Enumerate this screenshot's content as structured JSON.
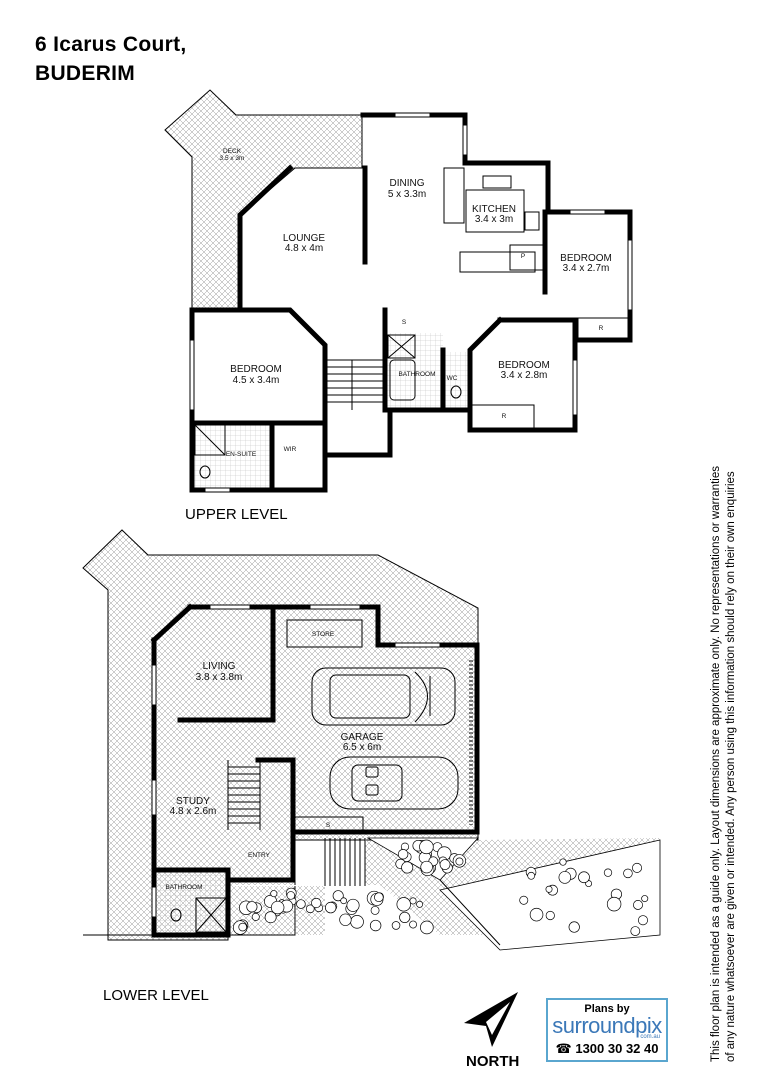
{
  "header": {
    "address_line1": "6 Icarus Court,",
    "address_line2": "BUDERIM"
  },
  "upper_level": {
    "label": "UPPER LEVEL",
    "rooms": [
      {
        "name": "DECK",
        "size": "3.5 x 3m"
      },
      {
        "name": "DINING",
        "size": "5 x 3.3m"
      },
      {
        "name": "KITCHEN",
        "size": "3.4 x 3m"
      },
      {
        "name": "LOUNGE",
        "size": "4.8 x 4m"
      },
      {
        "name": "BEDROOM",
        "size": "3.4 x 2.7m"
      },
      {
        "name": "BEDROOM",
        "size": "4.5 x 3.4m"
      },
      {
        "name": "BEDROOM",
        "size": "3.4 x 2.8m"
      }
    ],
    "annotations": {
      "bathroom": "BATHROOM",
      "wc": "WC",
      "ensuite": "EN-SUITE",
      "wir": "WIR",
      "pantry": "P",
      "robe": "R",
      "storage": "S"
    }
  },
  "lower_level": {
    "label": "LOWER LEVEL",
    "rooms": [
      {
        "name": "LIVING",
        "size": "3.8 x 3.8m"
      },
      {
        "name": "GARAGE",
        "size": "6.5 x 6m"
      },
      {
        "name": "STUDY",
        "size": "4.8 x 2.6m"
      }
    ],
    "annotations": {
      "store": "STORE",
      "entry": "ENTRY",
      "bathroom": "BATHROOM",
      "storage": "S"
    }
  },
  "compass": {
    "label": "NORTH",
    "icon": "north-arrow-icon"
  },
  "branding": {
    "plans_by": "Plans by",
    "brand": "surroundpix",
    "domain": "com.au",
    "phone": "1300 30 32 40",
    "phone_icon": "telephone-icon",
    "accent": "#5aa6cf"
  },
  "disclaimer": "This floor plan is intended as a guide only. Layout dimensions are approximate only. No representations or warranties of any nature whatsoever are given or intended. Any person using this information should rely on their own enquiries"
}
